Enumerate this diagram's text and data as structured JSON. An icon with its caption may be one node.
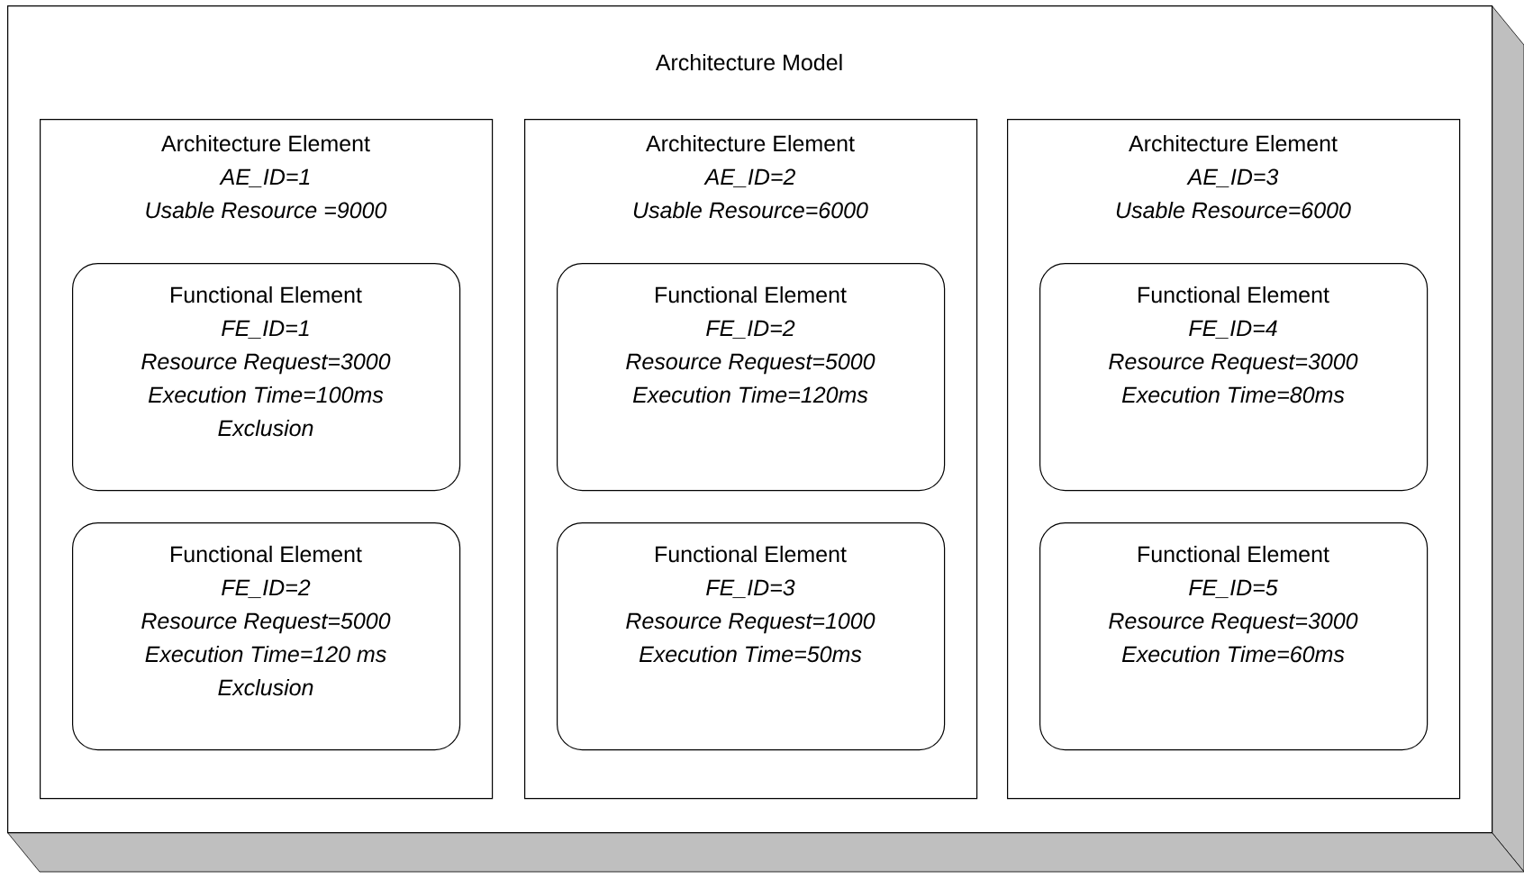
{
  "diagram": {
    "nodes": [
      {
        "text": [
          "Architecture Model"
        ]
      },
      {
        "text": [
          "Architecture Element",
          "AE_ID=1",
          "Usable Resource =9000"
        ],
        "in": 0
      },
      {
        "text": [
          "Functional Element",
          "FE_ID=1",
          "Resource Request=3000",
          "Execution Time=100ms",
          "Exclusion"
        ],
        "in": 1
      },
      {
        "text": [
          "Functional Element",
          "FE_ID=2",
          "Resource Request=5000",
          "Execution Time=120 ms",
          "Exclusion"
        ],
        "in": 1
      },
      {
        "text": [
          "Architecture Element",
          "AE_ID=2",
          "Usable Resource=6000"
        ],
        "in": 0
      },
      {
        "text": [
          "Functional Element",
          "FE_ID=2",
          "Resource Request=5000",
          "Execution Time=120ms"
        ],
        "in": 4
      },
      {
        "text": [
          "Functional Element",
          "FE_ID=3",
          "Resource Request=1000",
          "Execution Time=50ms"
        ],
        "in": 4
      },
      {
        "text": [
          "Architecture Element",
          "AE_ID=3",
          "Usable Resource=6000"
        ],
        "in": 0
      },
      {
        "text": [
          "Functional Element",
          "FE_ID=4",
          "Resource Request=3000",
          "Execution Time=80ms"
        ],
        "in": 7
      },
      {
        "text": [
          "Functional Element",
          "FE_ID=5",
          "Resource Request=3000",
          "Execution Time=60ms"
        ],
        "in": 7
      }
    ]
  }
}
